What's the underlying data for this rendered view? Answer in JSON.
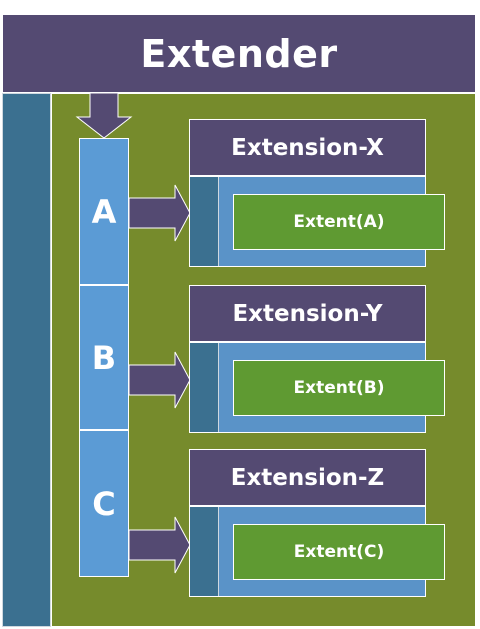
{
  "title": "Extender",
  "segments": [
    "A",
    "B",
    "C"
  ],
  "extensions": [
    {
      "title": "Extension-X",
      "extent": "Extent(A)"
    },
    {
      "title": "Extension-Y",
      "extent": "Extent(B)"
    },
    {
      "title": "Extension-Z",
      "extent": "Extent(C)"
    }
  ],
  "colors": {
    "header": "#544a72",
    "sidebar": "#3b7090",
    "main_background": "#768b2c",
    "segment": "#5b9bd5",
    "extent": "#5f9a32"
  }
}
